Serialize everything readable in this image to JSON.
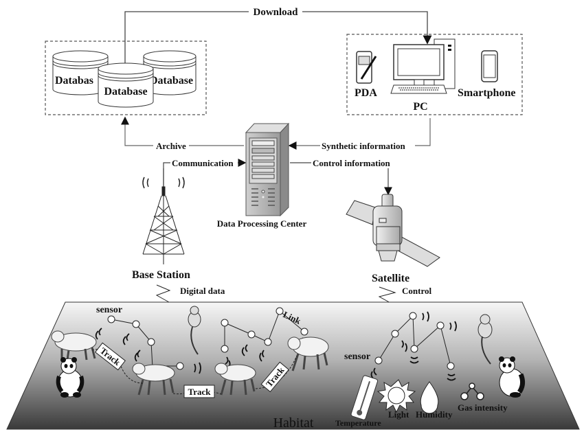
{
  "top": {
    "download_label": "Download",
    "databases": [
      "Databas",
      "Database",
      "Database"
    ],
    "devices": {
      "pda": "PDA",
      "pc": "PC",
      "smartphone": "Smartphone"
    }
  },
  "middle": {
    "archive_label": "Archive",
    "synthetic_label": "Synthetic information",
    "communication_label": "Communication",
    "control_info_label": "Control information",
    "data_center_label": "Data Processing Center",
    "base_station_label": "Base Station",
    "satellite_label": "Satellite",
    "digital_data_label": "Digital data",
    "control_label": "Control"
  },
  "habitat": {
    "title": "Habitat",
    "sensor_label_left": "sensor",
    "sensor_label_right": "sensor",
    "link_label": "Link",
    "track_labels": [
      "Track",
      "Track",
      "Track"
    ],
    "sensor_types": {
      "temperature": "Temperature",
      "light": "Light",
      "humidity": "Humidity",
      "gas": "Gas intensity"
    }
  }
}
